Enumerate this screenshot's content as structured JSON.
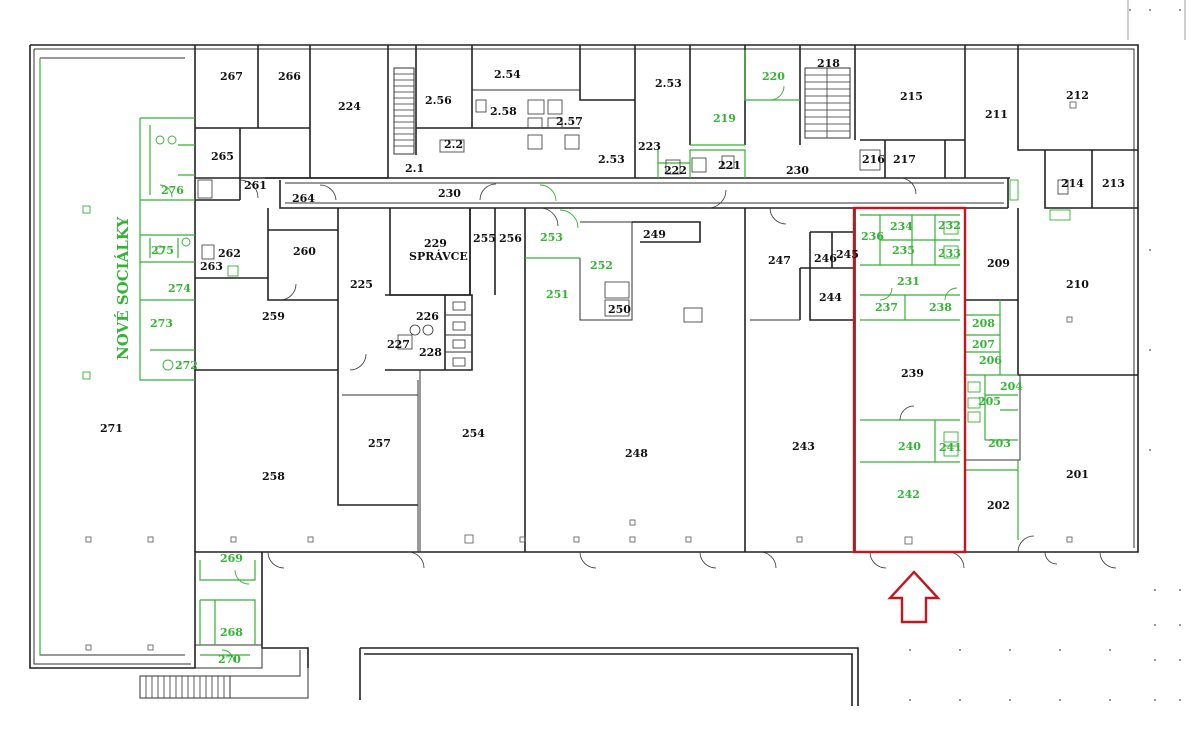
{
  "plan_title": "NOVÉ SOCIÁLKY",
  "manager_label": "SPRÁVCE",
  "colors": {
    "walls": "#222222",
    "renovated": "#34b234",
    "highlight": "#c4161c"
  },
  "rooms": [
    {
      "id": "267",
      "label": "267",
      "green": false
    },
    {
      "id": "266",
      "label": "266",
      "green": false
    },
    {
      "id": "224",
      "label": "224",
      "green": false
    },
    {
      "id": "2.56",
      "label": "2.56",
      "green": false
    },
    {
      "id": "2.54",
      "label": "2.54",
      "green": false
    },
    {
      "id": "2.58",
      "label": "2.58",
      "green": false
    },
    {
      "id": "2.57",
      "label": "2.57",
      "green": false
    },
    {
      "id": "2.2",
      "label": "2.2",
      "green": false
    },
    {
      "id": "2.1",
      "label": "2.1",
      "green": false
    },
    {
      "id": "2.53a",
      "label": "2.53",
      "green": false
    },
    {
      "id": "2.53b",
      "label": "2.53",
      "green": false
    },
    {
      "id": "220",
      "label": "220",
      "green": true
    },
    {
      "id": "218",
      "label": "218",
      "green": false
    },
    {
      "id": "219",
      "label": "219",
      "green": true
    },
    {
      "id": "215",
      "label": "215",
      "green": false
    },
    {
      "id": "211",
      "label": "211",
      "green": false
    },
    {
      "id": "212",
      "label": "212",
      "green": false
    },
    {
      "id": "265",
      "label": "265",
      "green": false
    },
    {
      "id": "261",
      "label": "261",
      "green": false
    },
    {
      "id": "276",
      "label": "276",
      "green": true
    },
    {
      "id": "264",
      "label": "264",
      "green": false
    },
    {
      "id": "230a",
      "label": "230",
      "green": false
    },
    {
      "id": "230b",
      "label": "230",
      "green": false
    },
    {
      "id": "223",
      "label": "223",
      "green": false
    },
    {
      "id": "222",
      "label": "222",
      "green": false
    },
    {
      "id": "221",
      "label": "221",
      "green": false
    },
    {
      "id": "216",
      "label": "216",
      "green": false
    },
    {
      "id": "217",
      "label": "217",
      "green": false
    },
    {
      "id": "214",
      "label": "214",
      "green": false
    },
    {
      "id": "213",
      "label": "213",
      "green": false
    },
    {
      "id": "275",
      "label": "275",
      "green": true
    },
    {
      "id": "262",
      "label": "262",
      "green": false
    },
    {
      "id": "263",
      "label": "263",
      "green": false
    },
    {
      "id": "260",
      "label": "260",
      "green": false
    },
    {
      "id": "229",
      "label": "229",
      "green": false
    },
    {
      "id": "255",
      "label": "255",
      "green": false
    },
    {
      "id": "256",
      "label": "256",
      "green": false
    },
    {
      "id": "253",
      "label": "253",
      "green": true
    },
    {
      "id": "249",
      "label": "249",
      "green": false
    },
    {
      "id": "236",
      "label": "236",
      "green": true
    },
    {
      "id": "234",
      "label": "234",
      "green": true
    },
    {
      "id": "232",
      "label": "232",
      "green": true
    },
    {
      "id": "235",
      "label": "235",
      "green": true
    },
    {
      "id": "233",
      "label": "233",
      "green": true
    },
    {
      "id": "247",
      "label": "247",
      "green": false
    },
    {
      "id": "246",
      "label": "246",
      "green": false
    },
    {
      "id": "245",
      "label": "245",
      "green": false
    },
    {
      "id": "209",
      "label": "209",
      "green": false
    },
    {
      "id": "210",
      "label": "210",
      "green": false
    },
    {
      "id": "274",
      "label": "274",
      "green": true
    },
    {
      "id": "273",
      "label": "273",
      "green": true
    },
    {
      "id": "225",
      "label": "225",
      "green": false
    },
    {
      "id": "252",
      "label": "252",
      "green": true
    },
    {
      "id": "251",
      "label": "251",
      "green": true
    },
    {
      "id": "231",
      "label": "231",
      "green": true
    },
    {
      "id": "244",
      "label": "244",
      "green": false
    },
    {
      "id": "259",
      "label": "259",
      "green": false
    },
    {
      "id": "226",
      "label": "226",
      "green": false
    },
    {
      "id": "250",
      "label": "250",
      "green": false
    },
    {
      "id": "237",
      "label": "237",
      "green": true
    },
    {
      "id": "238",
      "label": "238",
      "green": true
    },
    {
      "id": "208",
      "label": "208",
      "green": true
    },
    {
      "id": "227",
      "label": "227",
      "green": false
    },
    {
      "id": "228",
      "label": "228",
      "green": false
    },
    {
      "id": "207",
      "label": "207",
      "green": true
    },
    {
      "id": "206",
      "label": "206",
      "green": true
    },
    {
      "id": "272",
      "label": "272",
      "green": true
    },
    {
      "id": "239",
      "label": "239",
      "green": false
    },
    {
      "id": "204",
      "label": "204",
      "green": true
    },
    {
      "id": "205",
      "label": "205",
      "green": true
    },
    {
      "id": "271",
      "label": "271",
      "green": false
    },
    {
      "id": "257",
      "label": "257",
      "green": false
    },
    {
      "id": "254",
      "label": "254",
      "green": false
    },
    {
      "id": "248",
      "label": "248",
      "green": false
    },
    {
      "id": "243",
      "label": "243",
      "green": false
    },
    {
      "id": "240",
      "label": "240",
      "green": true
    },
    {
      "id": "241",
      "label": "241",
      "green": true
    },
    {
      "id": "203",
      "label": "203",
      "green": true
    },
    {
      "id": "201",
      "label": "201",
      "green": false
    },
    {
      "id": "258",
      "label": "258",
      "green": false
    },
    {
      "id": "242",
      "label": "242",
      "green": true
    },
    {
      "id": "202",
      "label": "202",
      "green": false
    },
    {
      "id": "269",
      "label": "269",
      "green": true
    },
    {
      "id": "268",
      "label": "268",
      "green": true
    },
    {
      "id": "270",
      "label": "270",
      "green": true
    }
  ]
}
